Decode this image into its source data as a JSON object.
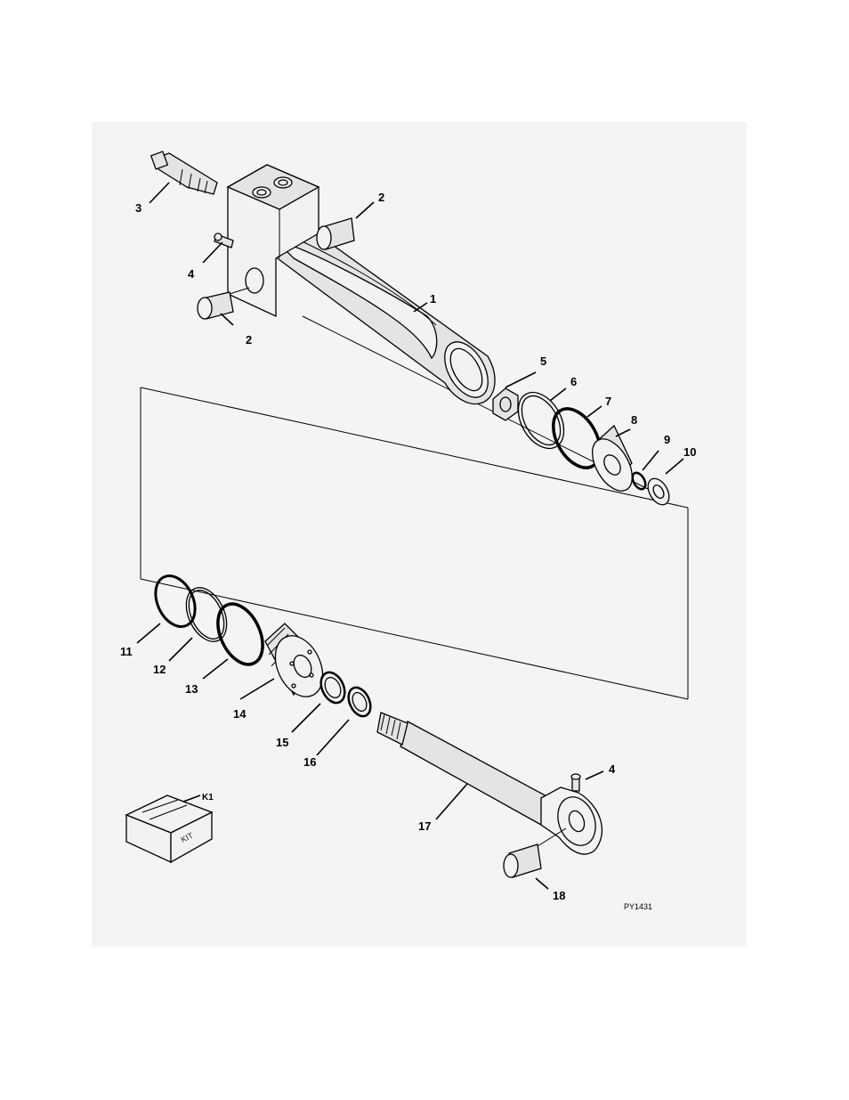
{
  "diagram": {
    "figure_id": "PY1431",
    "kit_label": "KIT",
    "kit_callout": "K1",
    "callouts": {
      "c1": "1",
      "c2a": "2",
      "c2b": "2",
      "c3": "3",
      "c4a": "4",
      "c4b": "4",
      "c5": "5",
      "c6": "6",
      "c7": "7",
      "c8": "8",
      "c9": "9",
      "c10": "10",
      "c11": "11",
      "c12": "12",
      "c13": "13",
      "c14": "14",
      "c15": "15",
      "c16": "16",
      "c17": "17",
      "c18": "18"
    }
  }
}
